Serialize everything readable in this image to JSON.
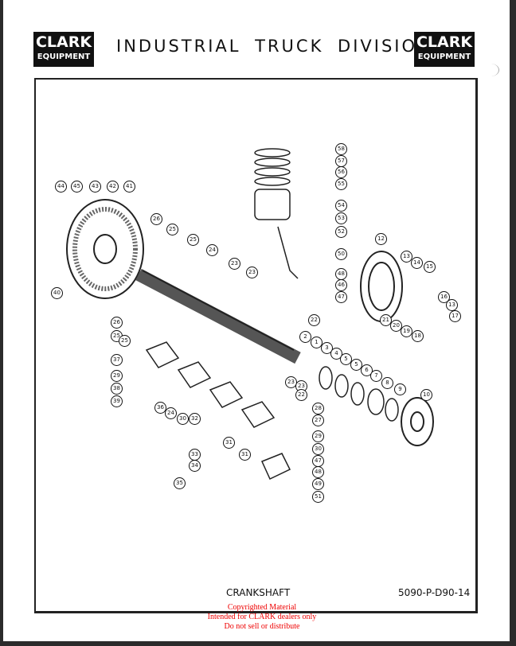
{
  "header": {
    "logo_line1": "CLARK",
    "logo_line2": "EQUIPMENT",
    "title": "INDUSTRIAL TRUCK DIVISION"
  },
  "footer": {
    "caption": "CRANKSHAFT",
    "part_number": "5090-P-D90-14",
    "copyright": [
      "Copyrighted Material",
      "Intended for CLARK dealers only",
      "Do not sell or distribute"
    ]
  },
  "callouts": [
    "44",
    "45",
    "43",
    "42",
    "41",
    "40",
    "26",
    "25",
    "25",
    "24",
    "23",
    "23",
    "58",
    "57",
    "56",
    "55",
    "54",
    "53",
    "52",
    "50",
    "48",
    "46",
    "47",
    "22",
    "12",
    "13",
    "14",
    "15",
    "16",
    "13",
    "17",
    "21",
    "20",
    "19",
    "18",
    "26",
    "25",
    "25",
    "37",
    "29",
    "38",
    "39",
    "36",
    "24",
    "30",
    "32",
    "2",
    "1",
    "3",
    "4",
    "5",
    "5",
    "6",
    "7",
    "8",
    "9",
    "10",
    "23",
    "23",
    "22",
    "28",
    "27",
    "31",
    "31",
    "29",
    "30",
    "47",
    "33",
    "34",
    "35",
    "48",
    "49",
    "51"
  ]
}
